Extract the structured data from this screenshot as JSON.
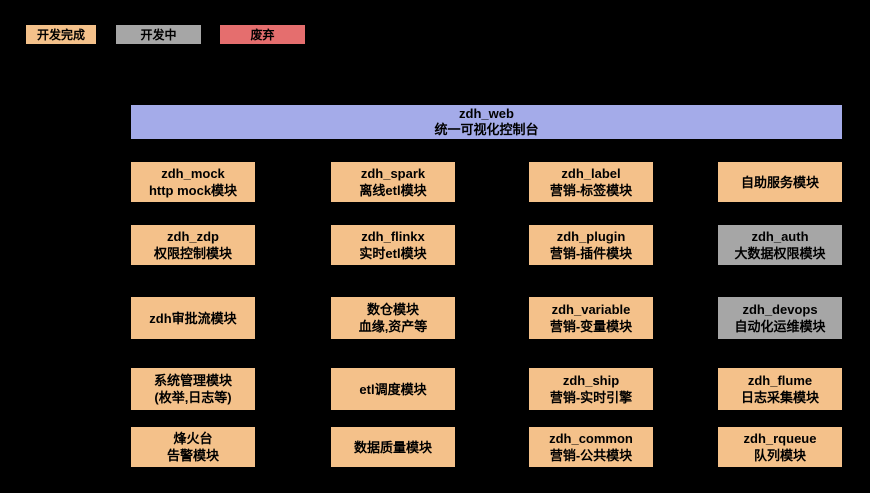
{
  "colors": {
    "complete": "#F4C18A",
    "in_progress": "#A6A6A6",
    "deprecated": "#E56E6E",
    "banner": "#A4ABE9",
    "background": "#000000",
    "text": "#000000"
  },
  "legend": {
    "items": [
      {
        "label": "开发完成",
        "status": "complete",
        "color": "#F4C18A"
      },
      {
        "label": "开发中",
        "status": "in_progress",
        "color": "#A6A6A6"
      },
      {
        "label": "废弃",
        "status": "deprecated",
        "color": "#E56E6E"
      }
    ]
  },
  "banner": {
    "title": "zdh_web",
    "subtitle": "统一可视化控制台"
  },
  "modules": [
    {
      "row": 0,
      "col": 0,
      "title": "zdh_mock",
      "subtitle": "http mock模块",
      "status": "complete"
    },
    {
      "row": 0,
      "col": 1,
      "title": "zdh_spark",
      "subtitle": "离线etl模块",
      "status": "complete"
    },
    {
      "row": 0,
      "col": 2,
      "title": "zdh_label",
      "subtitle": "营销-标签模块",
      "status": "complete"
    },
    {
      "row": 0,
      "col": 3,
      "title": "自助服务模块",
      "status": "complete"
    },
    {
      "row": 1,
      "col": 0,
      "title": "zdh_zdp",
      "subtitle": "权限控制模块",
      "status": "complete"
    },
    {
      "row": 1,
      "col": 1,
      "title": "zdh_flinkx",
      "subtitle": "实时etl模块",
      "status": "complete"
    },
    {
      "row": 1,
      "col": 2,
      "title": "zdh_plugin",
      "subtitle": "营销-插件模块",
      "status": "complete"
    },
    {
      "row": 1,
      "col": 3,
      "title": "zdh_auth",
      "subtitle": "大数据权限模块",
      "status": "in_progress"
    },
    {
      "row": 2,
      "col": 0,
      "title": "zdh审批流模块",
      "status": "complete"
    },
    {
      "row": 2,
      "col": 1,
      "title": "数仓模块",
      "subtitle": "血缘,资产等",
      "status": "complete"
    },
    {
      "row": 2,
      "col": 2,
      "title": "zdh_variable",
      "subtitle": "营销-变量模块",
      "status": "complete"
    },
    {
      "row": 2,
      "col": 3,
      "title": "zdh_devops",
      "subtitle": "自动化运维模块",
      "status": "in_progress"
    },
    {
      "row": 3,
      "col": 0,
      "title": "系统管理模块",
      "subtitle": "(枚举,日志等)",
      "status": "complete"
    },
    {
      "row": 3,
      "col": 1,
      "title": "etl调度模块",
      "status": "complete"
    },
    {
      "row": 3,
      "col": 2,
      "title": "zdh_ship",
      "subtitle": "营销-实时引擎",
      "status": "complete"
    },
    {
      "row": 3,
      "col": 3,
      "title": "zdh_flume",
      "subtitle": "日志采集模块",
      "status": "complete"
    },
    {
      "row": 4,
      "col": 0,
      "title": "烽火台",
      "subtitle": "告警模块",
      "status": "complete"
    },
    {
      "row": 4,
      "col": 1,
      "title": "数据质量模块",
      "status": "complete"
    },
    {
      "row": 4,
      "col": 2,
      "title": "zdh_common",
      "subtitle": "营销-公共模块",
      "status": "complete"
    },
    {
      "row": 4,
      "col": 3,
      "title": "zdh_rqueue",
      "subtitle": "队列模块",
      "status": "complete"
    }
  ]
}
